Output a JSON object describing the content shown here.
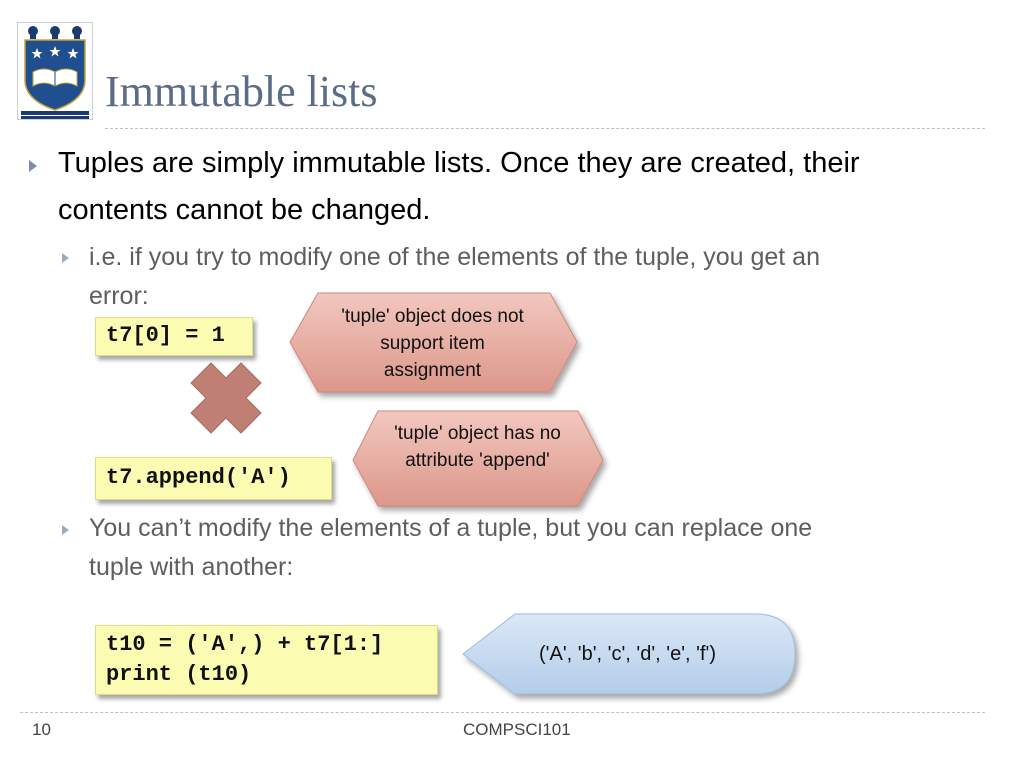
{
  "slide": {
    "title": "Immutable lists",
    "bullets": {
      "b1_line1": "Tuples are simply immutable lists. Once they are created, their",
      "b1_line2": "contents cannot be changed.",
      "b2_line1": "i.e. if you try to modify one of the elements of the tuple, you get an",
      "b2_line2": "error:",
      "b3_line1": "You can’t modify the elements of a tuple, but you can replace one",
      "b3_line2": "tuple with another:"
    },
    "code": {
      "assign_item": "t7[0] = 1",
      "append_call": "t7.append('A')",
      "replace_line1": "t10 = ('A',) + t7[1:]",
      "replace_line2": "print (t10)"
    },
    "callouts": {
      "error1": "'tuple' object does not support item assignment",
      "error2": "'tuple' object has no attribute 'append'",
      "output": "('A', 'b', 'c', 'd', 'e', 'f')"
    },
    "footer": {
      "page_number": "10",
      "course": "COMPSCI101"
    },
    "icons": {
      "logo": "university-of-auckland-crest",
      "cross": "cross-mark-icon",
      "bullet": "triangle-bullet-icon"
    },
    "colors": {
      "title": "#5b6c86",
      "code_bg": "#fbfbb2",
      "error_callout": "#e3a59a",
      "output_callout": "#c5d9ef",
      "cross": "#c07f74"
    }
  }
}
